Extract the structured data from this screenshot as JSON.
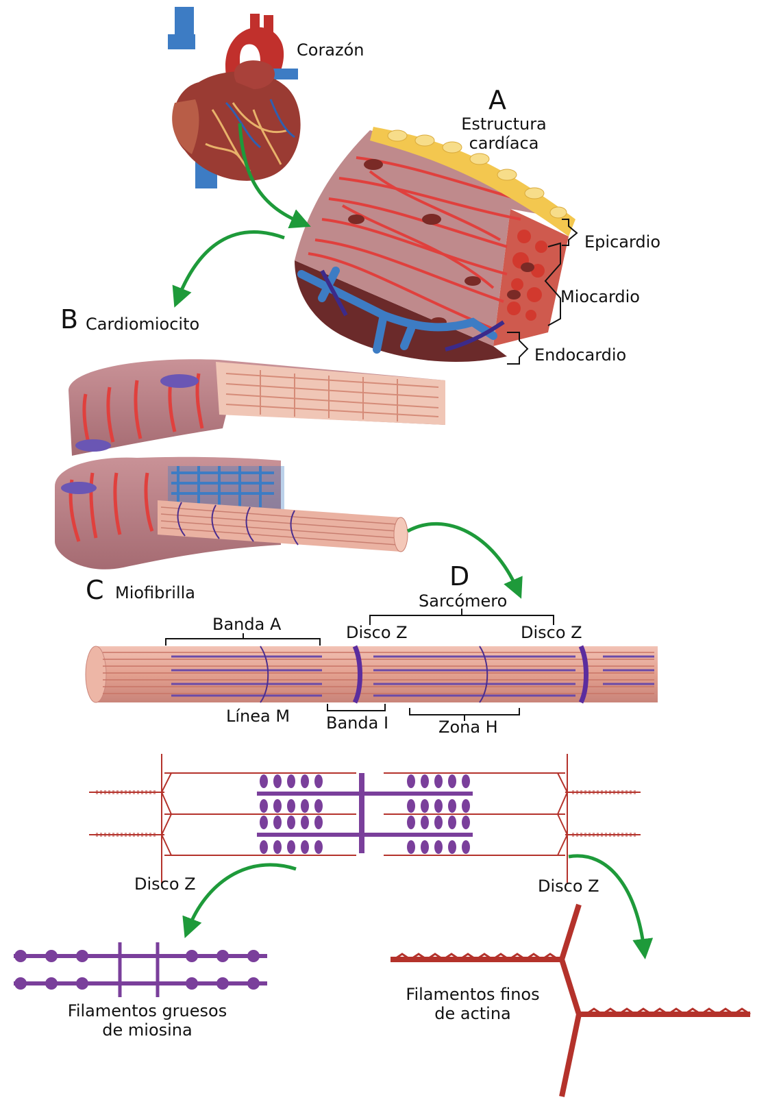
{
  "labels": {
    "heart": "Corazón",
    "panel_a_letter": "A",
    "panel_a_title_1": "Estructura",
    "panel_a_title_2": "cardíaca",
    "epicardio": "Epicardio",
    "miocardio": "Miocardio",
    "endocardio": "Endocardio",
    "panel_b_letter": "B",
    "panel_b_title": "Cardiomiocito",
    "panel_c_letter": "C",
    "panel_c_title": "Miofibrilla",
    "panel_d_letter": "D",
    "sarcomero": "Sarcómero",
    "banda_a": "Banda A",
    "disco_z_left": "Disco Z",
    "disco_z_right": "Disco Z",
    "linea_m": "Línea M",
    "banda_i": "Banda I",
    "zona_h": "Zona H",
    "disco_z_bottom_left": "Disco Z",
    "disco_z_bottom_right": "Disco Z",
    "thick_1": "Filamentos gruesos",
    "thick_2": "de miosina",
    "thin_1": "Filamentos finos",
    "thin_2": "de actina"
  },
  "colors": {
    "arrow": "#1e9a3a",
    "muscle": "#b97e84",
    "fiber_red": "#e0403d",
    "fat": "#f3c74f",
    "vessel_blue": "#3d7cc4",
    "myosin": "#7a3f9b",
    "actin": "#b4322b",
    "myofibril": "#e6a99a"
  }
}
